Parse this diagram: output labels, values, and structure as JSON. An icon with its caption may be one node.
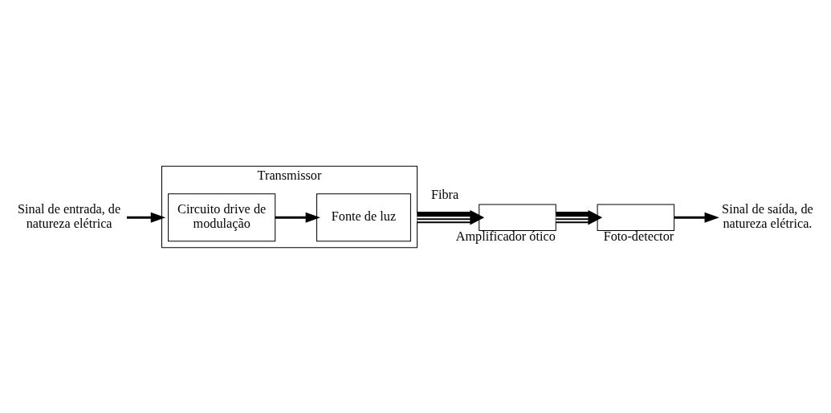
{
  "diagram": {
    "nodes": [
      {
        "text": [
          "Sinal de entrada, de natureza elétrica"
        ]
      },
      {
        "text": [
          "Transmissor"
        ]
      },
      {
        "text": [
          "Circuito drive de modulação"
        ],
        "in": 1
      },
      {
        "text": [
          "Fonte de luz"
        ],
        "in": 1
      },
      {
        "text": [],
        "shape": "box",
        "beside": [
          "Amplificador ótico"
        ]
      },
      {
        "text": [],
        "shape": "box",
        "beside": [
          "Foto-detector"
        ]
      },
      {
        "text": [
          "Sinal de saída, de natureza elétrica."
        ]
      }
    ],
    "edges": [
      {
        "from": 0,
        "to": 1,
        "arrow": "to"
      },
      {
        "from": 2,
        "to": 3,
        "arrow": "to"
      },
      {
        "from": 1,
        "to": 4,
        "arrow": "to",
        "label": "Fibra",
        "style": "thick"
      },
      {
        "from": 4,
        "to": 5,
        "arrow": "to",
        "style": "thick"
      },
      {
        "from": 5,
        "to": 6,
        "arrow": "to"
      }
    ]
  }
}
